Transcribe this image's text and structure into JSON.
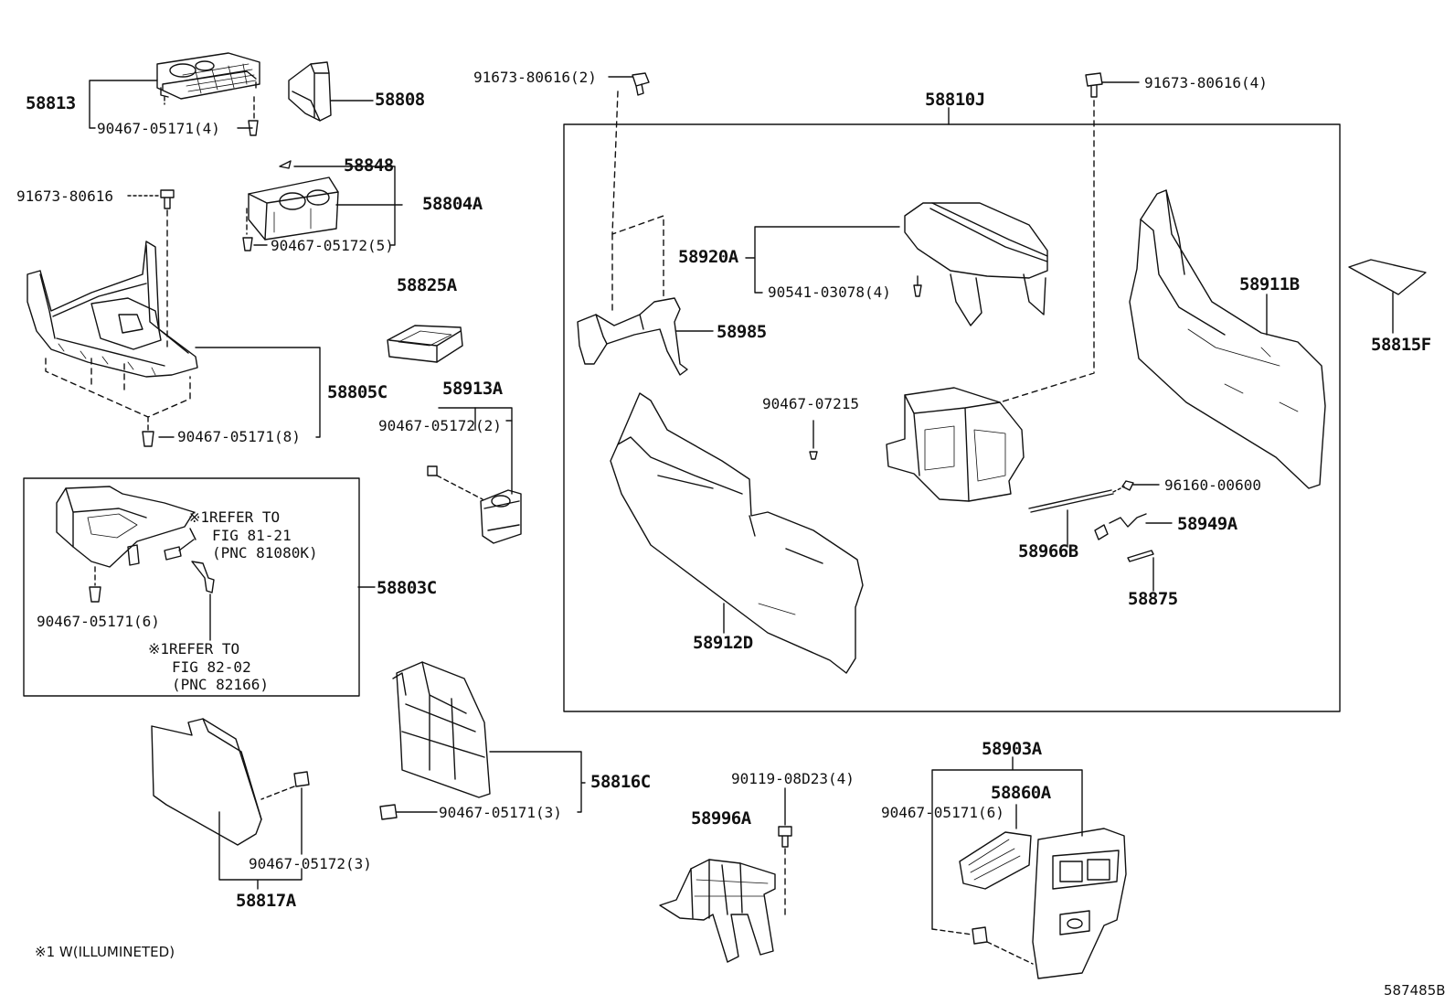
{
  "diagram_id": "587485B",
  "footnote": "※1 W(ILLUMINETED)",
  "labels": {
    "p58813": "58813",
    "p58808": "58808",
    "c9046705171_4": "90467-05171(4)",
    "p58848": "58848",
    "p58804A": "58804A",
    "c91673_80616": "91673-80616",
    "c9046705172_5": "90467-05172(5)",
    "p58825A": "58825A",
    "p58805C": "58805C",
    "c9046705171_8": "90467-05171(8)",
    "p58913A": "58913A",
    "c9046705172_2": "90467-05172(2)",
    "ref1_line1": "※1REFER TO",
    "ref1_line2": "FIG 81-21",
    "ref1_line3": "(PNC 81080K)",
    "p58803C": "58803C",
    "c9046705171_6a": "90467-05171(6)",
    "ref2_line1": "※1REFER TO",
    "ref2_line2": "FIG 82-02",
    "ref2_line3": "(PNC 82166)",
    "c9167380616_2": "91673-80616(2)",
    "c9167380616_4": "91673-80616(4)",
    "p58810J": "58810J",
    "p58920A": "58920A",
    "c9054103078_4": "90541-03078(4)",
    "p58985": "58985",
    "p58911B": "58911B",
    "p58815F": "58815F",
    "c9046707215": "90467-07215",
    "c9616000600": "96160-00600",
    "p58949A": "58949A",
    "p58966B": "58966B",
    "p58875": "58875",
    "p58912D": "58912D",
    "p58816C": "58816C",
    "c9046705171_3": "90467-05171(3)",
    "c9046705172_3": "90467-05172(3)",
    "p58817A": "58817A",
    "c9011908D23_4": "90119-08D23(4)",
    "p58996A": "58996A",
    "p58903A": "58903A",
    "p58860A": "58860A",
    "c9046705171_6b": "90467-05171(6)"
  }
}
